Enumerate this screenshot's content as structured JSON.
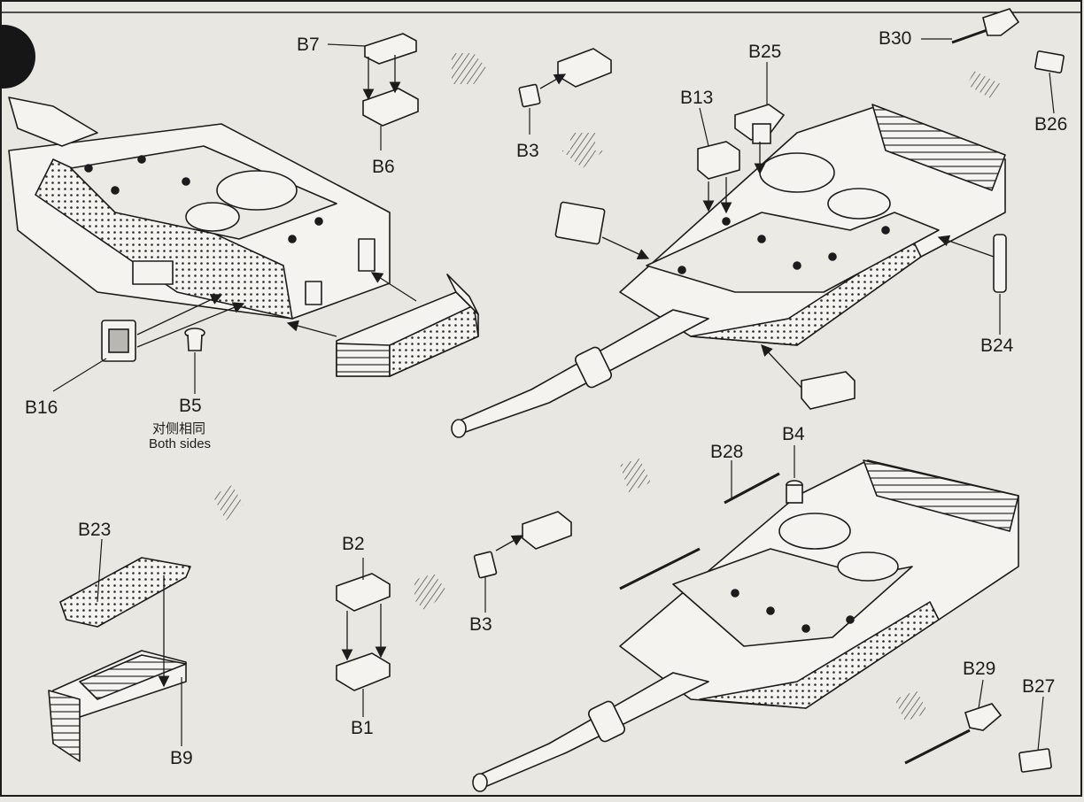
{
  "colors": {
    "paper": "#e9e7e1",
    "ink": "#1c1c1c",
    "part_fill": "#f4f3ef",
    "shade": "#b9b7b1",
    "step_badge": "#161616"
  },
  "step": {
    "badge_icon": "step-number-badge"
  },
  "part_labels": {
    "b7": "B7",
    "b6": "B6",
    "b3_top": "B3",
    "b13": "B13",
    "b25": "B25",
    "b30": "B30",
    "b26": "B26",
    "b24": "B24",
    "b16": "B16",
    "b5": "B5",
    "b23": "B23",
    "b9": "B9",
    "b2": "B2",
    "b1": "B1",
    "b3_bottom": "B3",
    "b28": "B28",
    "b4": "B4",
    "b29": "B29",
    "b27": "B27"
  },
  "notes": {
    "both_sides_cn": "对侧相同",
    "both_sides_en": "Both sides"
  }
}
